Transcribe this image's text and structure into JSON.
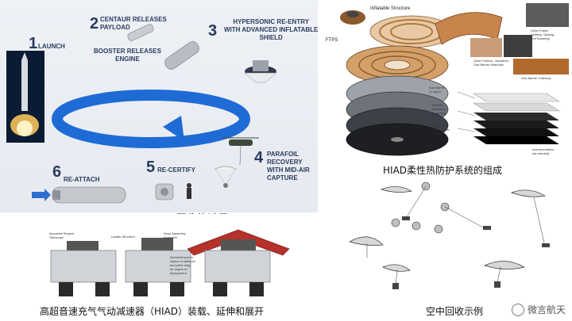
{
  "panel1": {
    "caption": "ULA “SMART” 回收的过程",
    "steps": [
      {
        "num": "1",
        "label": "LAUNCH"
      },
      {
        "num": "2",
        "label": "CENTAUR RELEASES\nPAYLOAD"
      },
      {
        "num": "3",
        "label": "HYPERSONIC RE-ENTRY\nWITH ADVANCED INFLATABLE\nSHIELD"
      },
      {
        "num": "4",
        "label": "PARAFOIL\nRECOVERY\nWITH MID-AIR\nCAPTURE"
      },
      {
        "num": "5",
        "label": "RE-CERTIFY"
      },
      {
        "num": "6",
        "label": "RE-ATTACH"
      }
    ],
    "booster_label": "BOOSTER RELEASES\nENGINE",
    "colors": {
      "ring": "#1f6bd6",
      "text": "#2a3b5c"
    }
  },
  "panel2": {
    "caption": "HIAD柔性热防护系统的组成",
    "labels": {
      "inflatable": "Inflatable Structure",
      "ftps": "FTPS",
      "outer_quilting": "Outer Fabric\nQuilting, Tacking,\nand Seaming",
      "outer_fabrics": "Outer Fabrics, Insulators,\nGas Barrier Materials",
      "catenary": "Gas Barrier Catenary",
      "gas_barrier": "Gas Barrier\n(1-layer)",
      "flexible": "Flexible\nInsulation\n(n-layers)",
      "ceramic": "Ceramic\nOuter Fabric\n(2-layers)",
      "instrumentation": "Instrumentation\n(as needed)"
    }
  },
  "panel3": {
    "caption": "高超音速充气气动减速器（HIAD）装载、延伸和展开",
    "notes": {
      "a": "Aeroshell Stowed\nTelescope",
      "b": "Ladder Structure",
      "c": "Nose Assembly\nExtended",
      "d": "Aeroshell pod in\nregion of optimum\nand pitch drag\nfor region of\ndeployment"
    }
  },
  "panel4": {
    "caption": "空中回收示例",
    "watermark": "微言航天"
  }
}
